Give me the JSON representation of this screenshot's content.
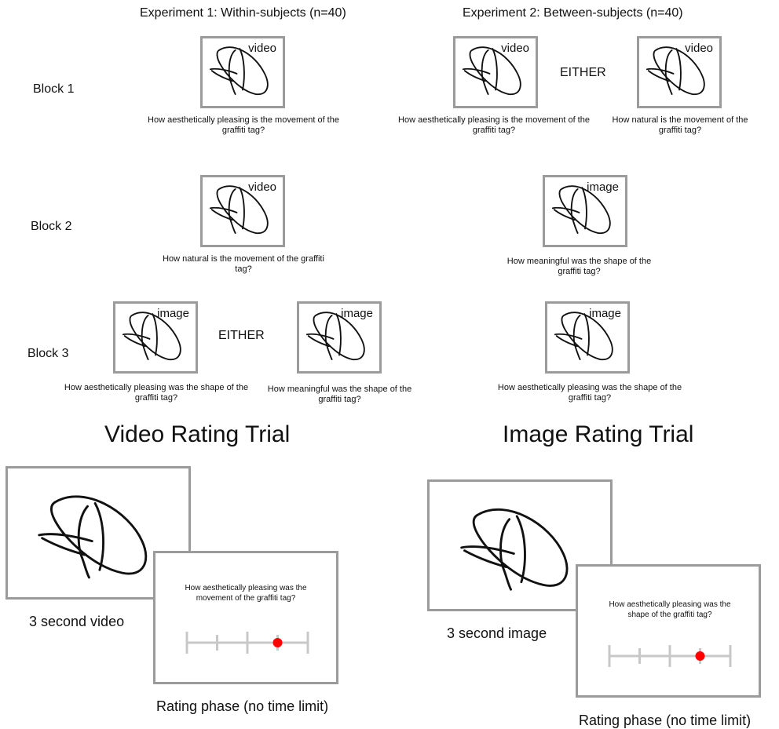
{
  "experiments": {
    "exp1_title": "Experiment 1: Within-subjects (n=40)",
    "exp2_title": "Experiment 2: Between-subjects (n=40)"
  },
  "blocks": [
    "Block 1",
    "Block 2",
    "Block 3"
  ],
  "either_label": "EITHER",
  "stimulus_labels": {
    "video": "video",
    "image": "image"
  },
  "questions": {
    "aesthetic_movement": "How aesthetically pleasing is the movement of the graffiti tag?",
    "natural_movement": "How natural is the movement of the graffiti tag?",
    "meaningful_shape": "How meaningful was the shape of the graffiti tag?",
    "aesthetic_shape": "How aesthetically pleasing was the shape of the graffiti tag?"
  },
  "trials": {
    "video_title": "Video Rating Trial",
    "image_title": "Image Rating Trial",
    "video_caption": "3 second video",
    "image_caption": "3 second image",
    "rating_phase": "Rating phase (no time limit)",
    "video_question": "How aesthetically pleasing was the movement of the graffiti tag?",
    "image_question": "How aesthetically pleasing was the shape of the graffiti tag?"
  },
  "rating_scale": {
    "ticks": 5,
    "selected_fraction": 0.75,
    "dot_color": "#ff0000",
    "line_color": "#c8c8c8"
  },
  "colors": {
    "frame": "#9b9b9b",
    "text": "#111111"
  }
}
